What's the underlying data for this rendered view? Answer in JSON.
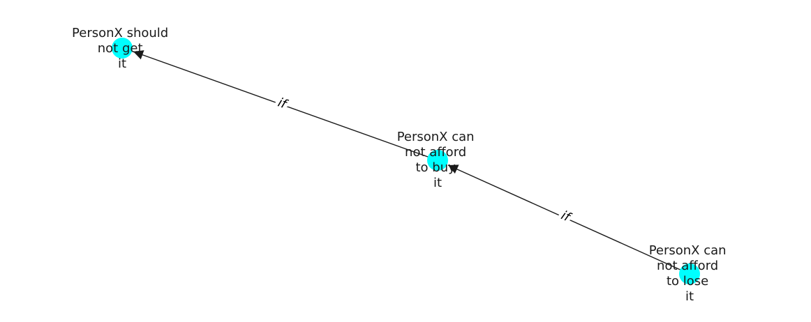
{
  "graph": {
    "node_color": "#00FFFF",
    "edge_color": "#000000",
    "nodes": [
      {
        "id": "n1",
        "label_lines": [
          "PersonX should",
          "not get",
          "it"
        ]
      },
      {
        "id": "n2",
        "label_lines": [
          "PersonX can",
          "not afford",
          "to buy",
          "it"
        ]
      },
      {
        "id": "n3",
        "label_lines": [
          "PersonX can",
          "not afford",
          "to lose",
          "it"
        ]
      }
    ],
    "edges": [
      {
        "from": "n2",
        "to": "n1",
        "label": "if"
      },
      {
        "from": "n3",
        "to": "n2",
        "label": "if"
      }
    ]
  }
}
